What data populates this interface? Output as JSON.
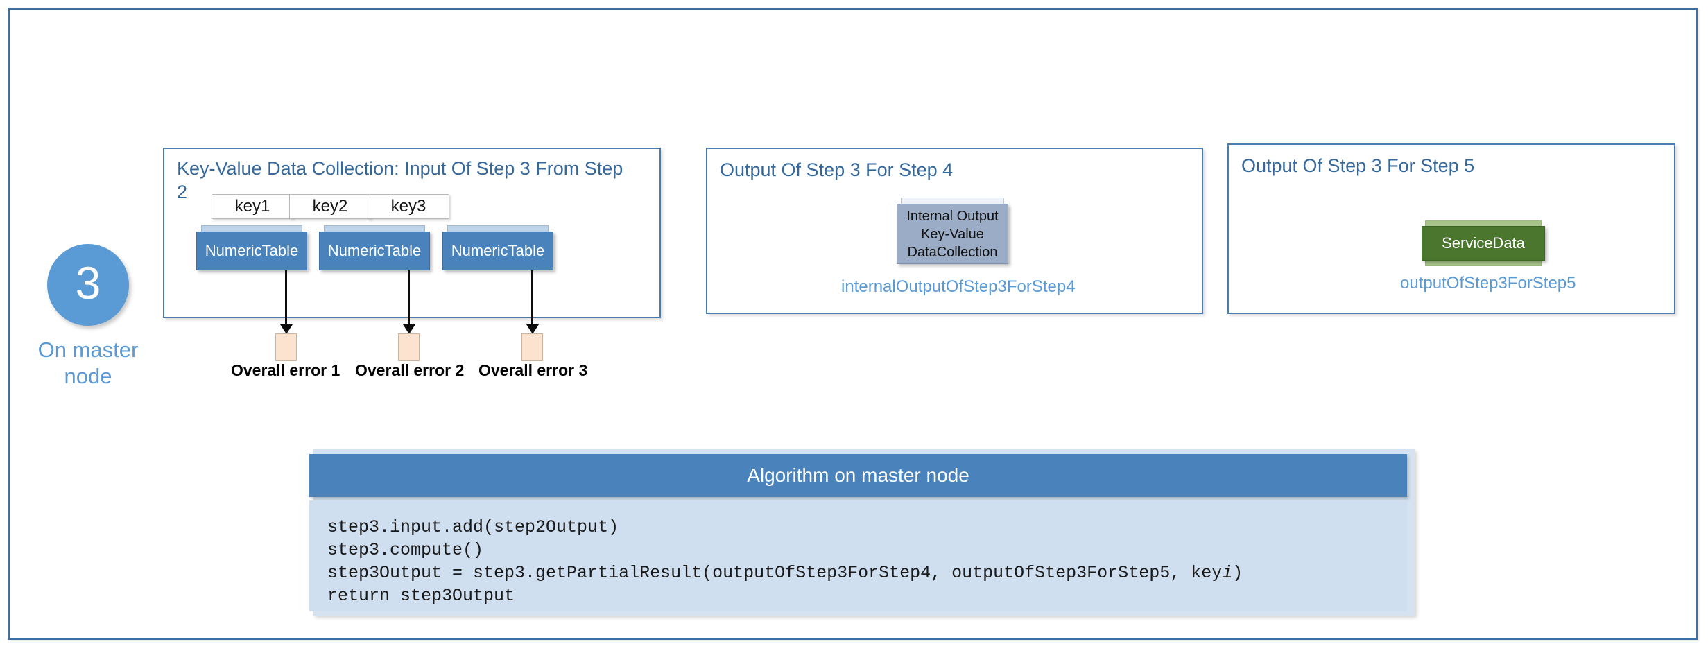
{
  "step": {
    "number": "3",
    "caption": "On master\nnode"
  },
  "colors": {
    "accent_blue": "#5b9bd5",
    "panel_border": "#4a7cb0",
    "title_blue": "#35689c",
    "numeric_table_fill": "#4a83bb",
    "internal_output_fill": "#9badc6",
    "service_data_fill": "#4a762d",
    "error_square_fill": "#fbe3d0",
    "algo_header_fill": "#4a83bb",
    "algo_body_fill": "#cfdff0"
  },
  "panels": [
    {
      "name": "input-panel",
      "title": "Key-Value Data Collection: Input Of Step 3 From Step 2",
      "items": [
        {
          "key": "key1",
          "box": "NumericTable",
          "error": "Overall  error 1"
        },
        {
          "key": "key2",
          "box": "NumericTable",
          "error": "Overall  error 2"
        },
        {
          "key": "key3",
          "box": "NumericTable",
          "error": "Overall  error 3"
        }
      ]
    },
    {
      "name": "output-step4-panel",
      "title": "Output Of Step 3 For Step 4",
      "box_label": "Internal Output\nKey-Value\nDataCollection",
      "box_line1": "Internal Output",
      "box_line2": "Key-Value",
      "box_line3": "DataCollection",
      "variable": "internalOutputOfStep3ForStep4"
    },
    {
      "name": "output-step5-panel",
      "title": "Output Of Step 3 For Step 5",
      "box_label": "ServiceData",
      "variable": "outputOfStep3ForStep5"
    }
  ],
  "algorithm": {
    "header": "Algorithm on master node",
    "code_lines": [
      "step3.input.add(step2Output)",
      "step3.compute()",
      "step3Output = step3.getPartialResult(outputOfStep3ForStep4, outputOfStep3ForStep5, key",
      "return step3Output"
    ],
    "code_italic_suffix": "i",
    "code_tail": ")"
  }
}
